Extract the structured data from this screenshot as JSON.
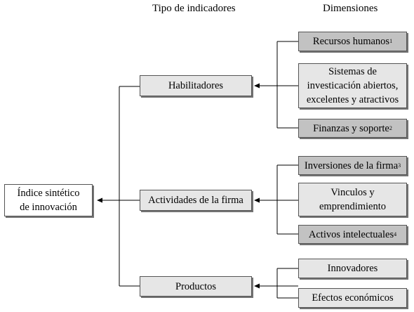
{
  "headers": {
    "tipo": "Tipo de indicadores",
    "dimensiones": "Dimensiones"
  },
  "root": {
    "line1": "Índice sintético",
    "line2": "de innovación"
  },
  "tipos": [
    {
      "label": "Habilitadores"
    },
    {
      "label": "Actividades de la firma"
    },
    {
      "label": "Productos"
    }
  ],
  "dimensiones": {
    "recursos_humanos": {
      "label": "Recursos humanos",
      "note": "1"
    },
    "sistemas": {
      "line1": "Sistemas de",
      "line2": "investicación abiertos,",
      "line3": "excelentes y atractivos"
    },
    "finanzas": {
      "label": "Finanzas y soporte",
      "note": "2"
    },
    "inversiones": {
      "label": "Inversiones de la firma",
      "note": "3"
    },
    "vinculos": {
      "line1": "Vinculos y",
      "line2": "emprendimiento"
    },
    "activos": {
      "label": "Activos intelectuales",
      "note": "4"
    },
    "innovadores": {
      "label": "Innovadores"
    },
    "efectos": {
      "label": "Efectos económicos"
    }
  },
  "colors": {
    "dark_box": "#c2c2c2",
    "mid_box": "#e6e6e6",
    "line": "#000000"
  }
}
